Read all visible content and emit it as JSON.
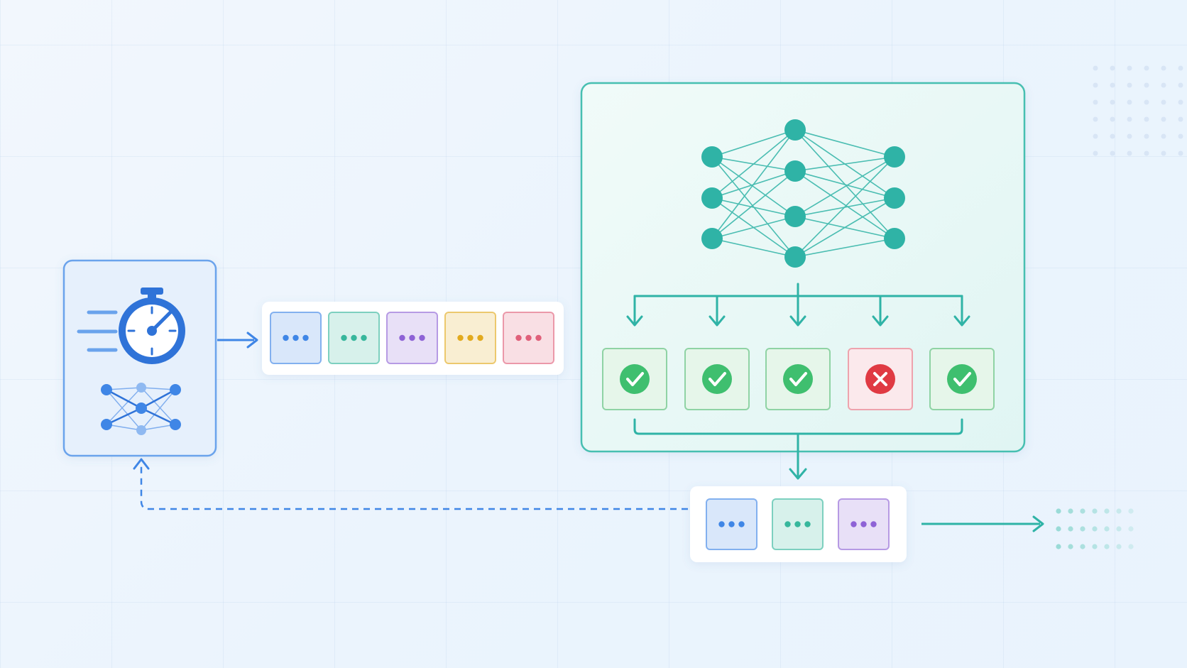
{
  "colors": {
    "draft_accent": "#3f86e6",
    "verifier_accent": "#2fb3a6",
    "accept_green": "#3fbf6f",
    "reject_red": "#e03a43",
    "token_colors": [
      "#3f86e6",
      "#37b79c",
      "#8e63d6",
      "#e2aa1e",
      "#e0607a"
    ]
  },
  "draft_stage": {
    "icons": [
      "stopwatch-icon",
      "small-network-icon"
    ],
    "proposed_token_count": 5
  },
  "verifier_stage": {
    "icon": "large-network-icon",
    "results": [
      "accept",
      "accept",
      "accept",
      "reject",
      "accept"
    ]
  },
  "output_stage": {
    "accepted_token_count": 3
  },
  "links": [
    "draft-to-tokens-arrow",
    "fan-out-arrows",
    "merge-arrow",
    "output-arrow",
    "feedback-dashed-arrow"
  ]
}
